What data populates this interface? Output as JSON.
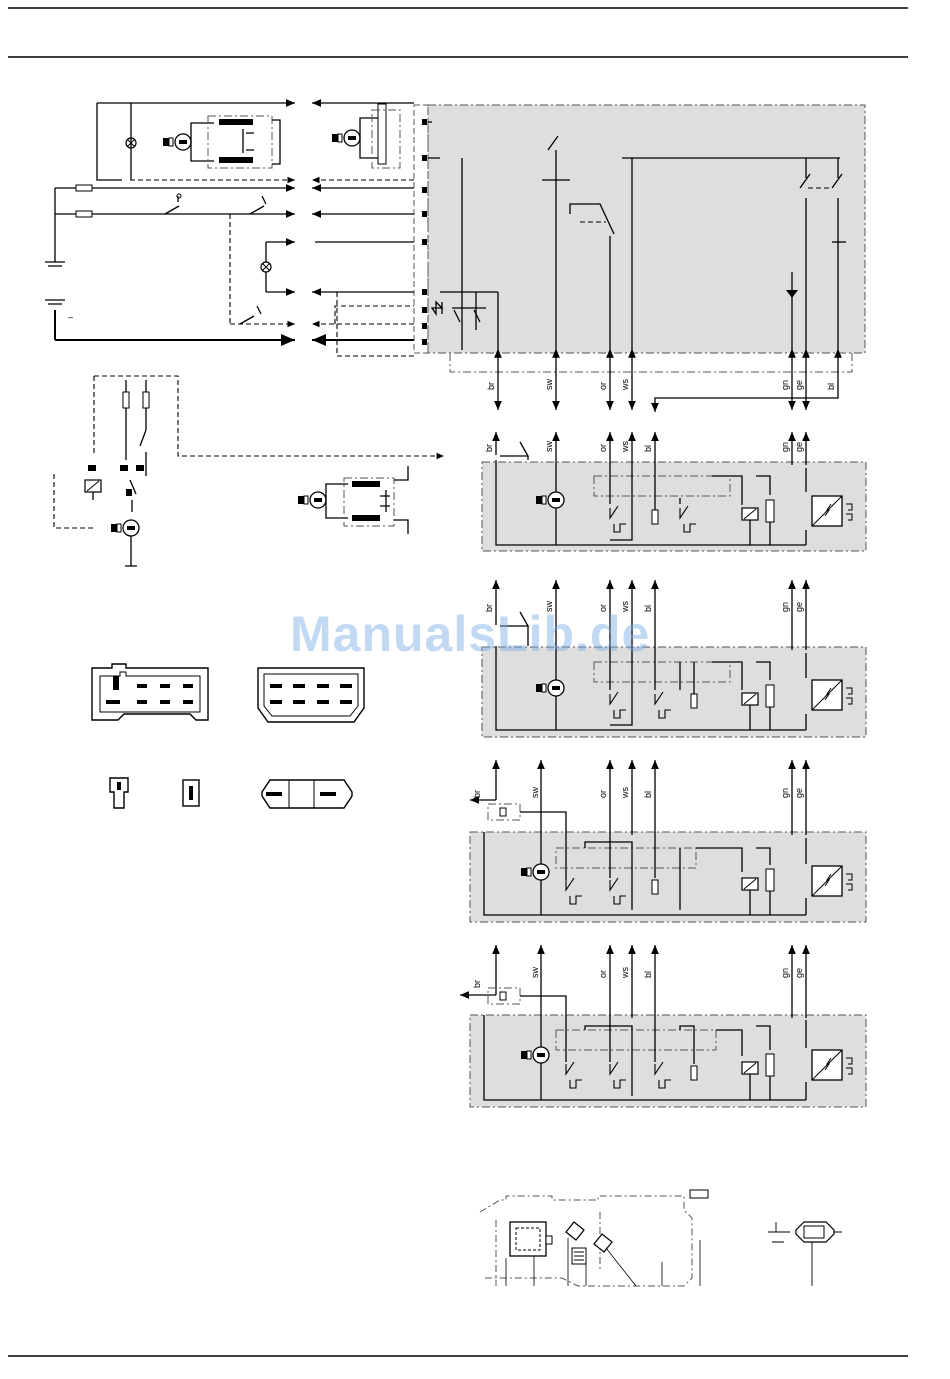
{
  "watermark": "ManualsLib.de",
  "wire_labels": {
    "top": [
      "br",
      "sw",
      "or",
      "ws",
      "gn",
      "ge",
      "bl"
    ],
    "module_1": [
      "br",
      "sw",
      "or",
      "ws",
      "bl",
      "gn",
      "ge"
    ],
    "module_2": [
      "br",
      "sw",
      "or",
      "ws",
      "bl",
      "gn",
      "ge"
    ],
    "module_3": [
      "br",
      "sw",
      "or",
      "ws",
      "bl",
      "gn",
      "ge"
    ],
    "module_4": [
      "br",
      "sw",
      "or",
      "ws",
      "bl",
      "gn",
      "ge"
    ]
  },
  "ground_sign": "–",
  "colors": {
    "module_fill": "#dedede",
    "line": "#000000",
    "watermark": "#78aae6"
  }
}
